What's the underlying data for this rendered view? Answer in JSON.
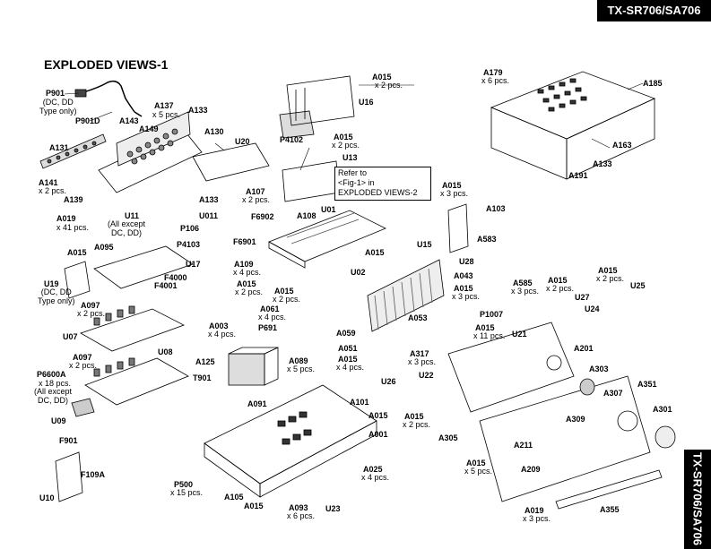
{
  "header": {
    "model": "TX-SR706/SA706",
    "side_model": "TX-SR706/SA706"
  },
  "title": "EXPLODED VIEWS-1",
  "refer_box": "Refer to\n<Fig-1> in\nEXPLODED VIEWS-2",
  "labels": {
    "p901": "P901",
    "p901_note": "(DC, DD\nType only)",
    "p901d": "P901D",
    "a137": "A137",
    "a137_qty": "x 5 pcs.",
    "a133_1": "A133",
    "a143": "A143",
    "a149": "A149",
    "a131": "A131",
    "a130": "A130",
    "a141": "A141",
    "a141_qty": "x 2 pcs.",
    "a139": "A139",
    "a019": "A019",
    "a019_qty": "x 41 pcs.",
    "u11": "U11",
    "u11_note": "(All except\nDC, DD)",
    "a095": "A095",
    "a015_1": "A015",
    "p4103": "P4103",
    "u17": "U17",
    "f4000": "F4000",
    "f4001": "F4001",
    "u19": "U19",
    "u19_note": "(DC, DD\nType only)",
    "a097_1": "A097",
    "a097_1_qty": "x 2 pcs.",
    "u07": "U07",
    "a097_2": "A097",
    "a097_2_qty": "x 2 pcs.",
    "u08": "U08",
    "p6600a": "P6600A",
    "p6600a_qty": "x 18 pcs.",
    "p6600a_note": "(All except\nDC, DD)",
    "u09": "U09",
    "f901": "F901",
    "f109a": "F109A",
    "u10": "U10",
    "u20": "U20",
    "a133_2": "A133",
    "p4102": "P4102",
    "u011": "U011",
    "p106": "P106",
    "a107": "A107",
    "a107_qty": "x 2 pcs.",
    "f6902": "F6902",
    "a108": "A108",
    "u01": "U01",
    "f6901": "F6901",
    "a015_2": "A015",
    "a015_2_qty": "x 2 pcs.",
    "u16": "U16",
    "a015_3": "A015",
    "a015_3_qty": "x 2 pcs.",
    "u13": "U13",
    "a109": "A109",
    "a109_qty": "x 4 pcs.",
    "a015_4": "A015",
    "a015_4_qty": "x 2 pcs.",
    "a015_5": "A015",
    "a015_5_qty": "x 2 pcs.",
    "a061": "A061",
    "a061_qty": "x 4 pcs.",
    "p691": "P691",
    "a003": "A003",
    "a003_qty": "x 4 pcs.",
    "a125": "A125",
    "t901": "T901",
    "a089": "A089",
    "a089_qty": "x 5 pcs.",
    "a091": "A091",
    "a101": "A101",
    "a015_6": "A015",
    "a001": "A001",
    "p500": "P500",
    "p500_qty": "x 15 pcs.",
    "a105": "A105",
    "a015_7": "A015",
    "a093": "A093",
    "a093_qty": "x 6 pcs.",
    "u23": "U23",
    "a025": "A025",
    "a025_qty": "x 4 pcs.",
    "a059": "A059",
    "a051": "A051",
    "a015_8": "A015",
    "a015_8_qty": "x 4 pcs.",
    "a015_9": "A015",
    "u02": "U02",
    "a043": "A043",
    "a015_10": "A015",
    "a015_10_qty": "x 3 pcs.",
    "a053": "A053",
    "a015_11": "A015",
    "a015_11_qty": "x 3 pcs.",
    "a103": "A103",
    "u15": "U15",
    "a583": "A583",
    "u28": "U28",
    "a179": "A179",
    "a179_qty": "x 6 pcs.",
    "a185": "A185",
    "a163": "A163",
    "a133_3": "A133",
    "a191": "A191",
    "a585": "A585",
    "a585_qty": "x 3 pcs.",
    "a015_12": "A015",
    "a015_12_qty": "x 2 pcs.",
    "a015_13": "A015",
    "a015_13_qty": "x 2 pcs.",
    "u25": "U25",
    "u27": "U27",
    "u24": "U24",
    "p1007": "P1007",
    "a015_14": "A015",
    "a015_14_qty": "x 11 pcs.",
    "u21": "U21",
    "a201": "A201",
    "a317": "A317",
    "a317_qty": "x 3 pcs.",
    "u22": "U22",
    "u26": "U26",
    "a303": "A303",
    "a307": "A307",
    "a351": "A351",
    "a301": "A301",
    "a015_15": "A015",
    "a015_15_qty": "x 2 pcs.",
    "a305": "A305",
    "a309": "A309",
    "a211": "A211",
    "a015_16": "A015",
    "a015_16_qty": "x 5 pcs.",
    "a209": "A209",
    "a019_2": "A019",
    "a019_2_qty": "x 3 pcs.",
    "a355": "A355"
  }
}
